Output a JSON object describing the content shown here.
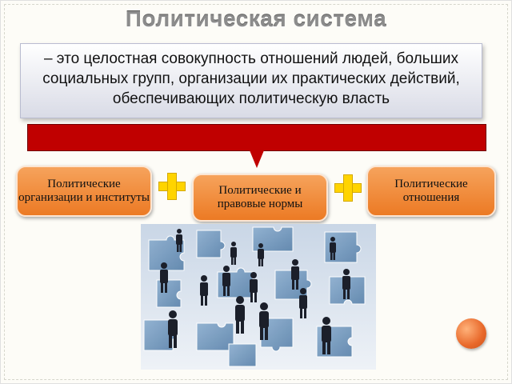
{
  "slide": {
    "title": "Политическая система",
    "definition": "– это целостная совокупность отношений людей, больших социальных групп, организации их практических действий, обеспечивающих политическую власть",
    "components": [
      {
        "label": "Политические организации и институты"
      },
      {
        "label": "Политические и правовые нормы"
      },
      {
        "label": "Политические отношения"
      }
    ],
    "illustration": "puzzle-people-illustration",
    "colors": {
      "bar": "#c00000",
      "box": "#ec7a24",
      "plus": "#ffd400",
      "definition_box": "#d9dbe6"
    }
  }
}
